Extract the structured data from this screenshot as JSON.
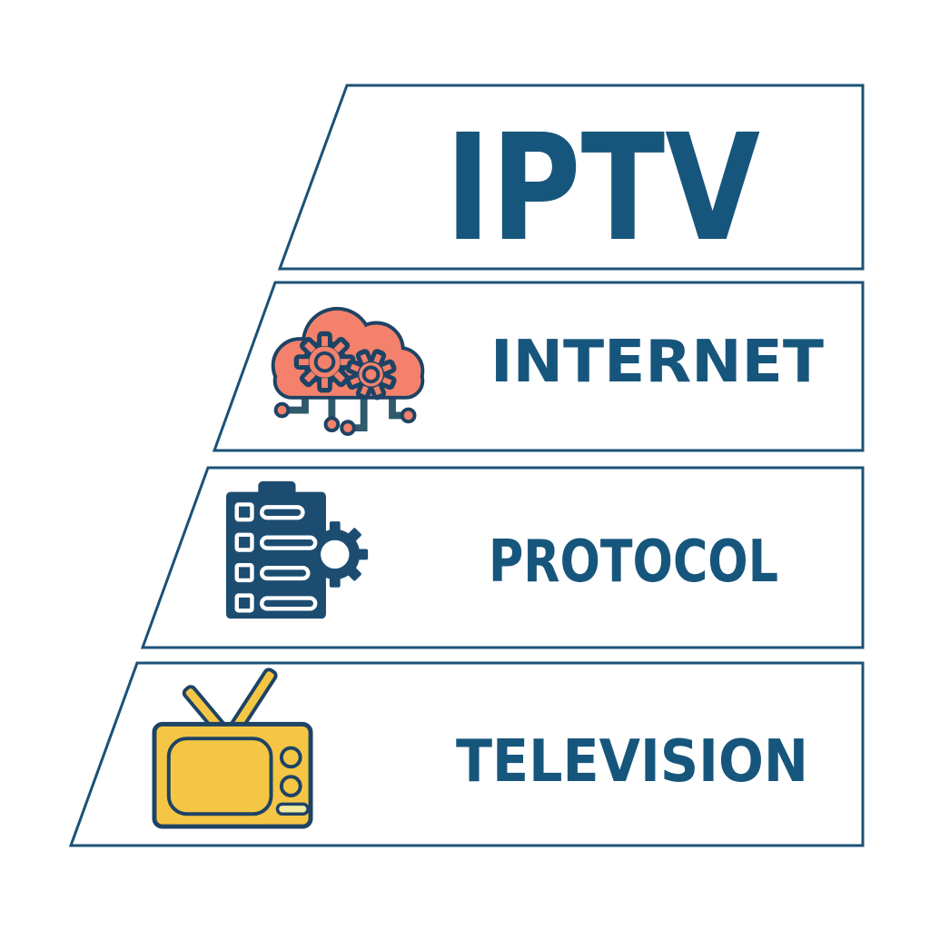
{
  "diagram": {
    "acronym": "IPTV",
    "rows": [
      {
        "id": "iptv",
        "label": "IPTV",
        "icon": "none"
      },
      {
        "id": "internet",
        "label": "INTERNET",
        "icon": "cloud-gears-icon"
      },
      {
        "id": "protocol",
        "label": "PROTOCOL",
        "icon": "checklist-gear-icon"
      },
      {
        "id": "television",
        "label": "TELEVISION",
        "icon": "tv-icon"
      }
    ],
    "colors": {
      "ink": "#17567C",
      "outline": "#1B5276",
      "navy": "#1D4365",
      "solid_navy": "#1C4D71",
      "coral": "#F3816B",
      "trace": "#2F5A6B",
      "yellow": "#F5C645",
      "light_yellow": "#F1ECA2",
      "background": "#FFFFFF"
    }
  }
}
